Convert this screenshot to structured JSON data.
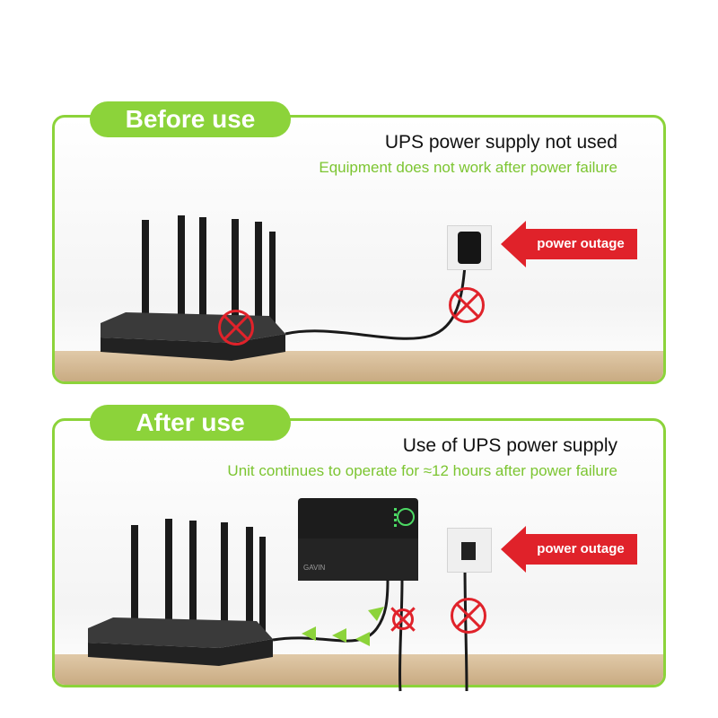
{
  "before": {
    "badge": "Before use",
    "title": "UPS power supply not used",
    "subtitle": "Equipment does not work after power failure",
    "outage_label": "power outage"
  },
  "after": {
    "badge": "After use",
    "title": "Use of UPS power supply",
    "subtitle": "Unit continues to operate for ≈12 hours after power failure",
    "outage_label": "power outage",
    "ups_brand": "GAVIN"
  },
  "colors": {
    "accent_green": "#8cd33a",
    "text_green": "#7cc531",
    "alert_red": "#e0222a"
  }
}
